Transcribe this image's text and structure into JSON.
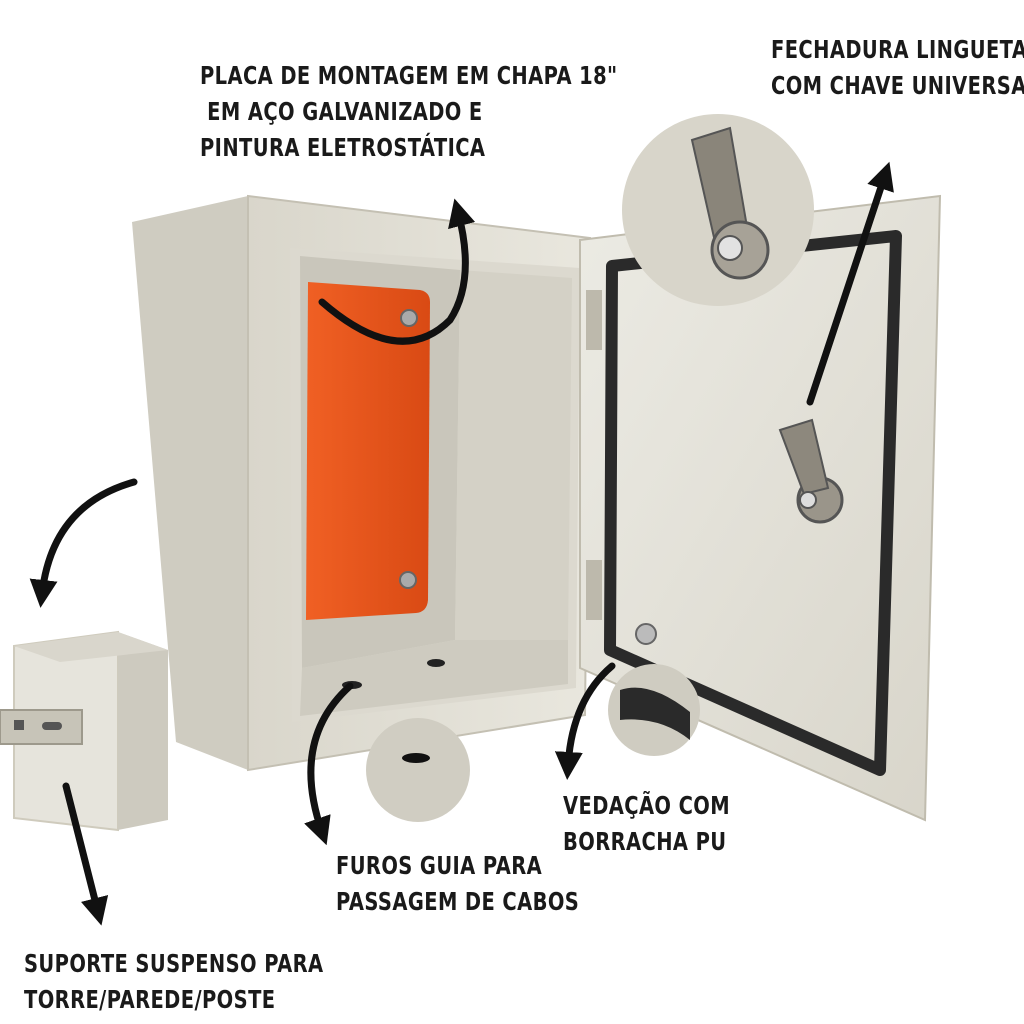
{
  "callouts": {
    "mounting_plate": {
      "lines": [
        "PLACA DE MONTAGEM EM CHAPA 18\"",
        " EM AÇO GALVANIZADO E",
        "PINTURA ELETROSTÁTICA"
      ]
    },
    "lock": {
      "lines": [
        "FECHADURA LINGUETA",
        "COM CHAVE UNIVERSAL"
      ]
    },
    "seal": {
      "lines": [
        "VEDAÇÃO COM",
        "BORRACHA PU"
      ]
    },
    "holes": {
      "lines": [
        "FUROS GUIA PARA",
        "PASSAGEM DE CABOS"
      ]
    },
    "bracket": {
      "lines": [
        "SUPORTE SUSPENSO PARA",
        "TORRE/PAREDE/POSTE"
      ]
    }
  },
  "colors": {
    "enclosure": "#e4e1d6",
    "enclosure_shadow": "#c9c5b8",
    "mounting_plate": "#e8531c",
    "gasket": "#2a2a2a",
    "arrow": "#111111",
    "text": "#1a1a1a"
  }
}
